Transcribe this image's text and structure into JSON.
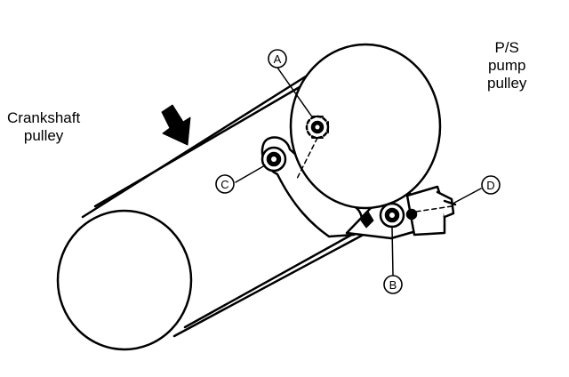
{
  "labels": {
    "crankshaft_line1": "Crankshaft",
    "crankshaft_line2": "pulley",
    "pump_line1": "P/S",
    "pump_line2": "pump",
    "pump_line3": "pulley"
  },
  "callouts": {
    "a": "A",
    "b": "B",
    "c": "C",
    "d": "D"
  },
  "colors": {
    "line": "#000000",
    "background": "#ffffff"
  }
}
